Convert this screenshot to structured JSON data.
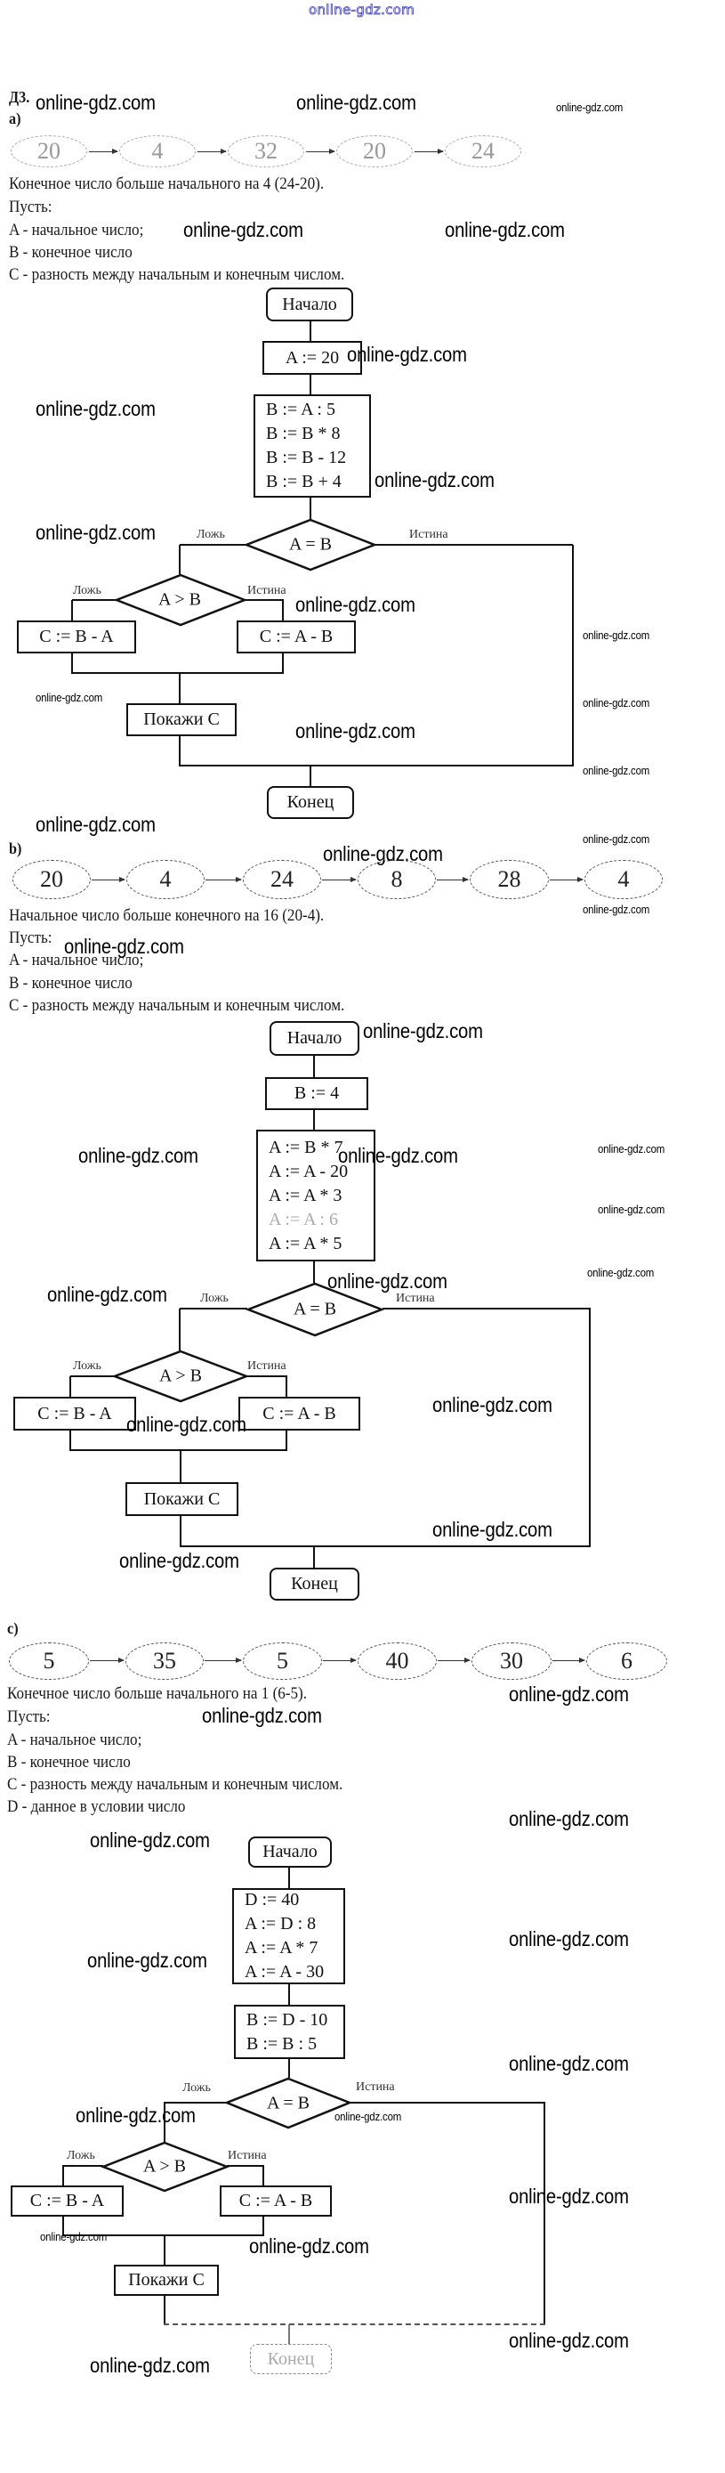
{
  "watermark": "online-gdz.com",
  "heading": "Д3.",
  "parts": {
    "a": {
      "label": "а)",
      "sequence": [
        "20",
        "4",
        "32",
        "20",
        "24"
      ],
      "conclusion": "Конечное число больше начального на 4 (24-20).",
      "let": "Пусть:",
      "defs": [
        "A - начальное число;",
        "B - конечное число",
        "C - разность между начальным и конечным числом."
      ],
      "flow": {
        "start": "Начало",
        "init": [
          "A := 20"
        ],
        "ops": [
          "B := A : 5",
          "B := B * 8",
          "B := B - 12",
          "B := B + 4"
        ],
        "cond1": "A = B",
        "cond2": "A > B",
        "false_label": "Ложь",
        "true_label": "Истина",
        "else_assign": "C := B - A",
        "then_assign": "C := A - B",
        "output": "Покажи C",
        "end": "Конец"
      }
    },
    "b": {
      "label": "b)",
      "sequence": [
        "20",
        "4",
        "24",
        "8",
        "28",
        "4"
      ],
      "conclusion": "Начальное число больше конечного на 16 (20-4).",
      "let": "Пусть:",
      "defs": [
        "A - начальное число;",
        "B - конечное число",
        "C - разность между начальным и конечным числом."
      ],
      "flow": {
        "start": "Начало",
        "init": [
          "B := 4"
        ],
        "ops": [
          "A := B * 7",
          "A := A - 20",
          "A := A * 3",
          "A := A : 6",
          "A := A * 5"
        ],
        "cond1": "A = B",
        "cond2": "A > B",
        "false_label": "Ложь",
        "true_label": "Истина",
        "else_assign": "C := B - A",
        "then_assign": "C := A - B",
        "output": "Покажи C",
        "end": "Конец"
      }
    },
    "c": {
      "label": "c)",
      "sequence": [
        "5",
        "35",
        "5",
        "40",
        "30",
        "6"
      ],
      "conclusion": "Конечное число больше начального на 1 (6-5).",
      "let": "Пусть:",
      "defs": [
        "A - начальное число;",
        "B - конечное число",
        "C - разность между начальным и конечным числом.",
        "D - данное в условии число"
      ],
      "flow": {
        "start": "Начало",
        "init": [
          "D := 40",
          "A := D : 8",
          "A := A * 7",
          "A := A - 30"
        ],
        "ops": [
          "B := D - 10",
          "B := B : 5"
        ],
        "cond1": "A = B",
        "cond2": "A > B",
        "false_label": "Ложь",
        "true_label": "Истина",
        "else_assign": "C := B - A",
        "then_assign": "C := A - B",
        "output": "Покажи C",
        "end": "Конец"
      }
    }
  }
}
